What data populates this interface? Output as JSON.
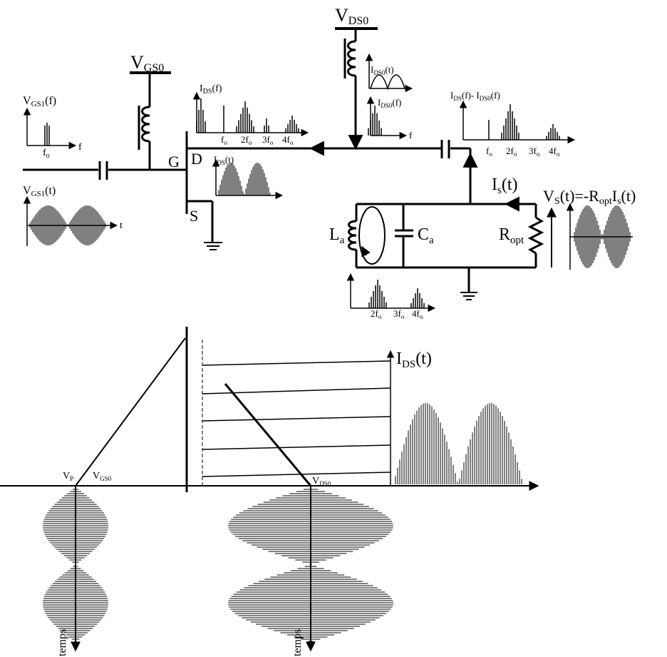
{
  "labels": {
    "vds0": "V",
    "vds0_sub": "DS0",
    "vgs0": "V",
    "vgs0_sub": "GS0",
    "vgs1f": "V",
    "vgs1f_sub": "GS1",
    "vgs1f_arg": "(f)",
    "vgs1t": "V",
    "vgs1t_sub": "GS1",
    "vgs1t_arg": "(t)",
    "f_axis": "f",
    "t_axis": "t",
    "fo": "f",
    "fo_sub": "o",
    "gate": "G",
    "drain": "D",
    "source": "S",
    "ids_f": "I",
    "ids_f_sub": "DS",
    "ids_f_arg": "(f)",
    "ids_t": "I",
    "ids_t_sub": "DS",
    "ids_t_arg": "(t)",
    "ids0_t": "I",
    "ids0_t_sub": "DS0",
    "ids0_t_arg": "(t)",
    "ids0_f": "I",
    "ids0_f_sub": "DS0",
    "ids0_f_arg": "(f)",
    "f_axis2": "f",
    "diff_f": "I",
    "diff_f_sub1": "DS",
    "diff_f_mid": "(f)- I",
    "diff_f_sub2": "DS0",
    "diff_f_arg": "(f)",
    "is_t": "I",
    "is_t_sub": "s",
    "is_t_arg": "(t)",
    "vs_t": "V",
    "vs_t_sub": "S",
    "vs_t_mid": "(t)=-R",
    "vs_t_sub2": "opt",
    "vs_t_end": "I",
    "vs_t_sub3": "s",
    "vs_t_arg": "(t)",
    "la": "L",
    "la_sub": "a",
    "ca": "C",
    "ca_sub": "a",
    "ropt": "R",
    "ropt_sub": "opt",
    "ids_big": "I",
    "ids_big_sub": "DS",
    "ids_big_arg": "(t)",
    "vp": "V",
    "vp_sub": "P",
    "vgs0_b": "V",
    "vgs0_b_sub": "GS0",
    "vds0_b": "V",
    "vds0_b_sub": "DS0",
    "temps": "temps",
    "h2": "2f",
    "h3": "3f",
    "h4": "4f"
  }
}
